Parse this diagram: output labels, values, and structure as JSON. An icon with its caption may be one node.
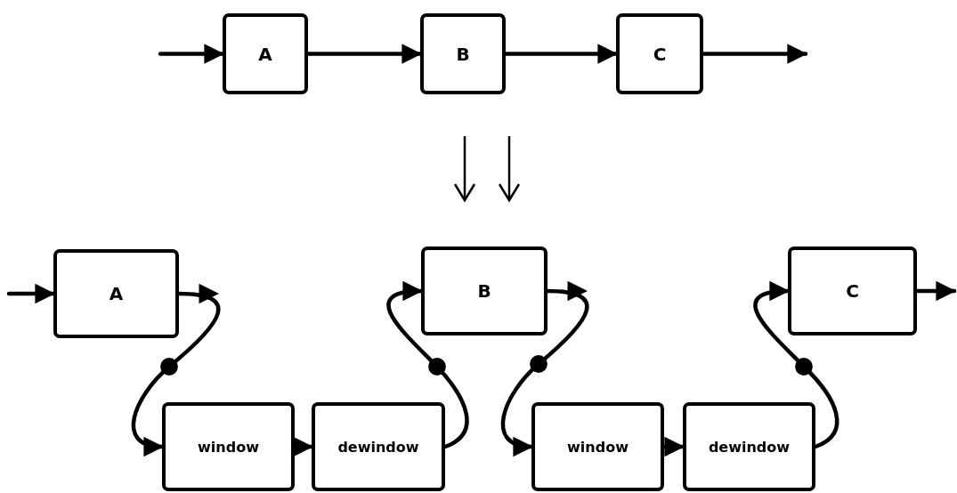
{
  "diagram": {
    "nodes": [
      {
        "text": [
          "A"
        ]
      },
      {
        "text": [
          "B"
        ]
      },
      {
        "text": [
          "C"
        ]
      },
      {
        "text": [
          "A"
        ]
      },
      {
        "text": [
          "B"
        ]
      },
      {
        "text": [
          "C"
        ]
      },
      {
        "text": [
          "window"
        ]
      },
      {
        "text": [
          "dewindow"
        ]
      },
      {
        "text": [
          "window"
        ]
      },
      {
        "text": [
          "dewindow"
        ]
      }
    ],
    "edges": [
      {
        "from": null,
        "to": 0,
        "arrow": "to"
      },
      {
        "from": 0,
        "to": 1,
        "arrow": "to"
      },
      {
        "from": 1,
        "to": 2,
        "arrow": "to"
      },
      {
        "from": 2,
        "to": null,
        "arrow": "to"
      },
      {
        "from": null,
        "to": 3,
        "arrow": "to"
      },
      {
        "from": 3,
        "to": 6,
        "arrow": "to"
      },
      {
        "from": 6,
        "to": 7,
        "arrow": "to"
      },
      {
        "from": 7,
        "to": 4,
        "arrow": "to"
      },
      {
        "from": 4,
        "to": 8,
        "arrow": "to"
      },
      {
        "from": 8,
        "to": 9,
        "arrow": "to"
      },
      {
        "from": 9,
        "to": 5,
        "arrow": "to"
      },
      {
        "from": 5,
        "to": null,
        "arrow": "to"
      }
    ]
  }
}
